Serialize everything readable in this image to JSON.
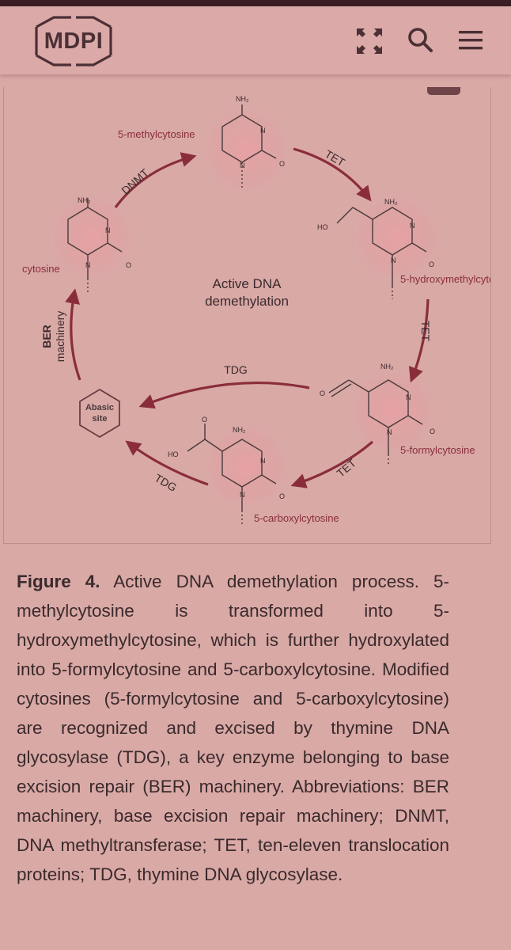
{
  "header": {
    "logo_text": "MDPI",
    "icons": [
      "expand-icon",
      "search-icon",
      "menu-icon"
    ]
  },
  "figure": {
    "center_line1": "Active DNA",
    "center_line2": "demethylation",
    "labels": {
      "methylcytosine": "5-methylcytosine",
      "hydroxymethyl": "5-hydroxymethylcyto",
      "formyl": "5-formylcytosine",
      "carboxyl": "5-carboxylcytosine",
      "cytosine": "cytosine",
      "abasic1": "Abasic",
      "abasic2": "site"
    },
    "enzymes": {
      "dnmt": "DNMT",
      "tet1": "TET",
      "tet2": "TET",
      "tet3": "TET",
      "tdg1": "TDG",
      "tdg2": "TDG",
      "ber1": "BER",
      "ber2": "machinery"
    },
    "atoms": {
      "nh2": "NH₂",
      "n": "N",
      "o": "O",
      "ho": "HO"
    }
  },
  "caption": {
    "label": "Figure 4.",
    "text": " Active DNA demethylation process. 5-methylcytosine is transformed into 5-hydroxymethylcytosine, which is further hydroxylated into 5-formylcytosine and 5-carboxylcytosine. Modified cytosines (5-formylcytosine and 5-carboxylcytosine) are recognized and excised by thymine DNA glycosylase (TDG), a key enzyme belonging to base excision repair (BER) machinery. Abbreviations: BER machinery, base excision repair machinery; DNMT, DNA methyltransferase; TET, ten-eleven translocation proteins; TDG, thymine DNA glycosylase."
  },
  "colors": {
    "background": "#d9a9a6",
    "accent_red": "#8a2d3b",
    "text_dark": "#3a2a2c",
    "header_dark": "#3b1e24"
  }
}
